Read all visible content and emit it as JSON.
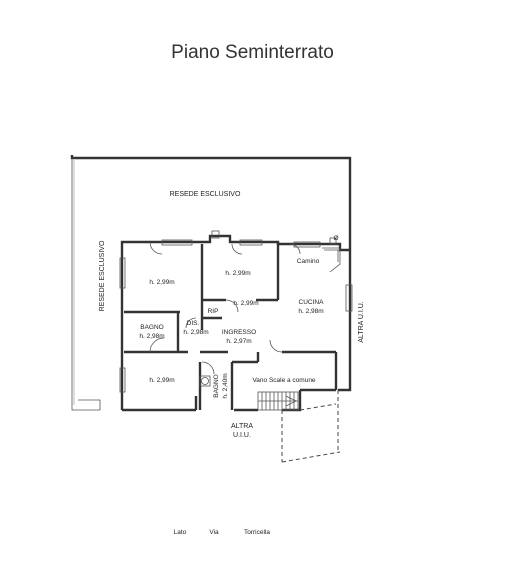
{
  "title": "Piano Seminterrato",
  "labels": {
    "resede_top": "RESEDE   ESCLUSIVO",
    "resede_side": "RESEDE   ESCLUSIVO",
    "altra_uiu_right": "ALTRA U.I.U.",
    "altra_uiu_bottom_1": "ALTRA",
    "altra_uiu_bottom_2": "U.I.U.",
    "room_tl_h": "h. 2,99m",
    "room_tm_h": "h. 2,99m",
    "camino": "Camino",
    "rip": "RIP",
    "rip_h": "h. 2,99m",
    "cucina": "CUCINA",
    "cucina_h": "h. 2,98m",
    "bagno1": "BAGNO",
    "bagno1_h": "h. 2,98m",
    "dis": "DIS.",
    "dis_h": "h. 2,98m",
    "ingresso": "INGRESSO",
    "ingresso_h": "h. 2,97m",
    "room_bl_h": "h. 2,99m",
    "bagno2": "BAGNO",
    "bagno2_h": "h. 2,40m",
    "vano_scale": "Vano Scale a comune",
    "diam": "Ø",
    "street_1": "Lato",
    "street_2": "Via",
    "street_3": "Torricella"
  }
}
